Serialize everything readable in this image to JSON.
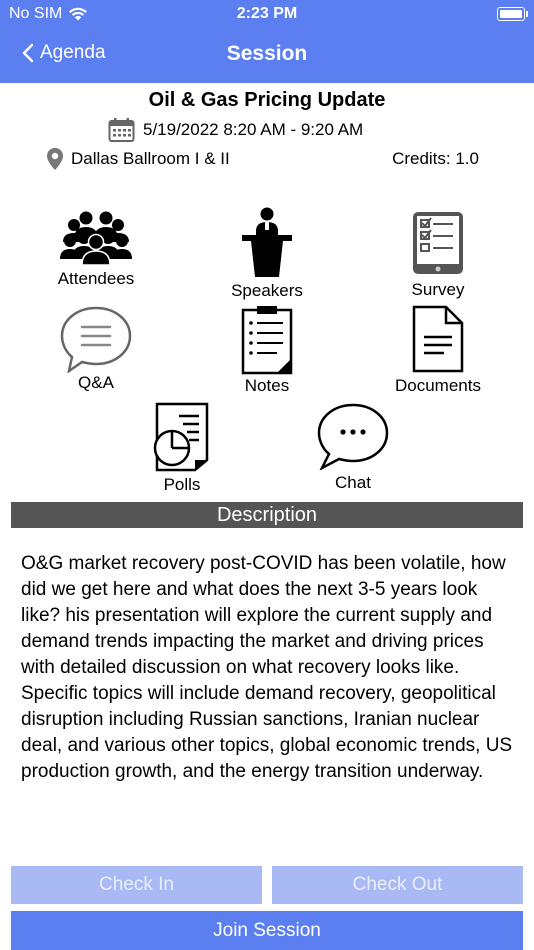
{
  "status_bar": {
    "carrier": "No SIM",
    "time": "2:23 PM"
  },
  "nav": {
    "back_label": "Agenda",
    "title": "Session"
  },
  "session": {
    "title": "Oil & Gas Pricing Update",
    "datetime": "5/19/2022 8:20 AM - 9:20 AM",
    "location": "Dallas Ballroom I & II",
    "credits": "Credits: 1.0"
  },
  "tiles": {
    "attendees": "Attendees",
    "speakers": "Speakers",
    "survey": "Survey",
    "qa": "Q&A",
    "notes": "Notes",
    "documents": "Documents",
    "polls": "Polls",
    "chat": "Chat"
  },
  "description": {
    "header": "Description",
    "text": "O&G market recovery post-COVID has been volatile, how did we get here and what does the next 3-5 years look like?  his presentation will explore the current supply and demand trends impacting the market and driving prices with detailed discussion on what recovery looks like.  Specific topics will include demand recovery, geopolitical disruption including Russian sanctions, Iranian nuclear deal, and various other topics, global economic trends, US production growth, and the energy transition underway."
  },
  "buttons": {
    "check_in": "Check In",
    "check_out": "Check Out",
    "join": "Join Session"
  },
  "colors": {
    "accent": "#5b7ef0",
    "accent_light": "#a9b9f3",
    "desc_bar": "#555555"
  }
}
